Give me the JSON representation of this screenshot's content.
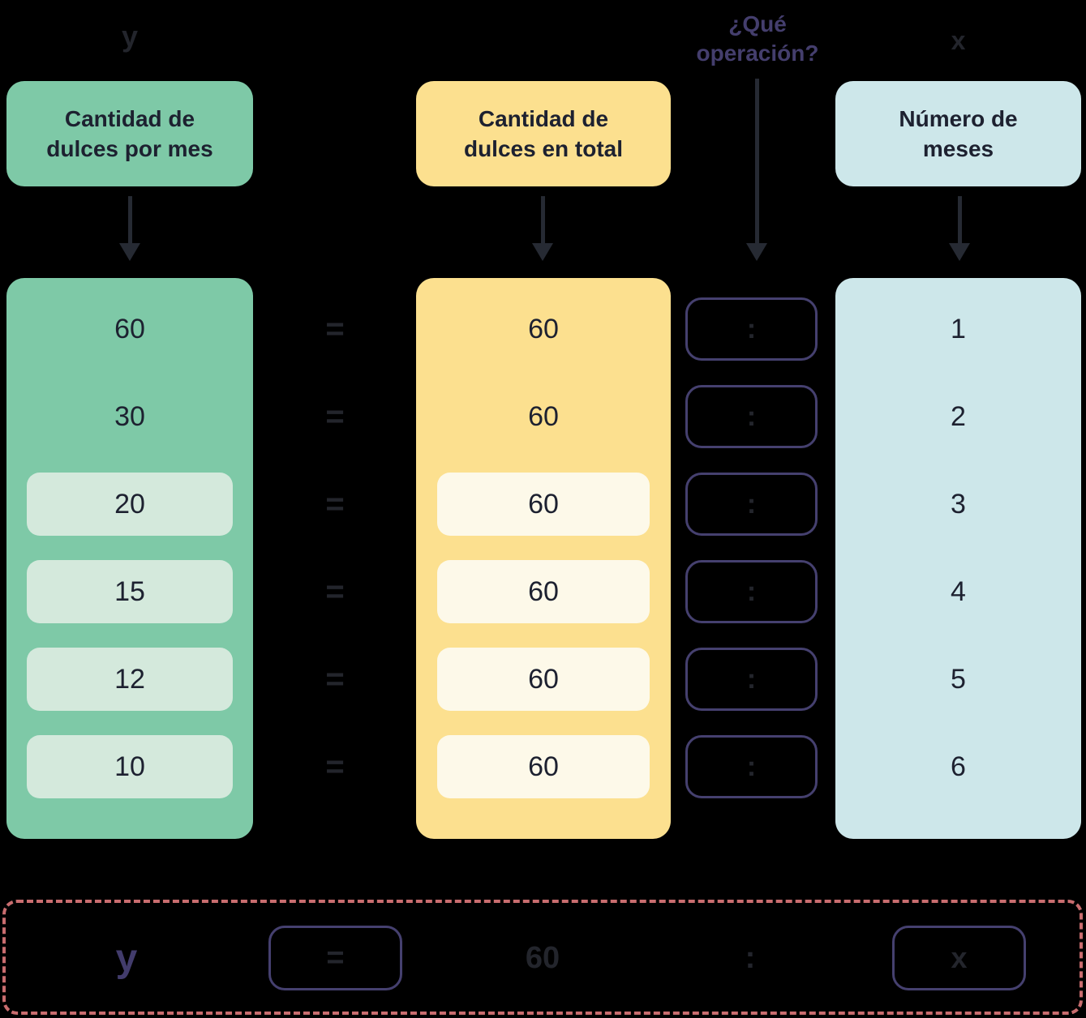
{
  "top_labels": {
    "y": "y",
    "operation_question": "¿Qué operación?",
    "x": "x"
  },
  "headers": {
    "y": {
      "label": "Cantidad de dulces por mes",
      "color": "#7ec9a7"
    },
    "total": {
      "label": "Cantidad de dulces en total",
      "color": "#fce08f"
    },
    "x": {
      "label": "Número de meses",
      "color": "#cde7ea"
    }
  },
  "table": {
    "rows": [
      {
        "y": "60",
        "eq": "=",
        "total": "60",
        "op": ":",
        "x": "1",
        "y_boxed": false,
        "total_boxed": false
      },
      {
        "y": "30",
        "eq": "=",
        "total": "60",
        "op": ":",
        "x": "2",
        "y_boxed": false,
        "total_boxed": false
      },
      {
        "y": "20",
        "eq": "=",
        "total": "60",
        "op": ":",
        "x": "3",
        "y_boxed": true,
        "total_boxed": true
      },
      {
        "y": "15",
        "eq": "=",
        "total": "60",
        "op": ":",
        "x": "4",
        "y_boxed": true,
        "total_boxed": true
      },
      {
        "y": "12",
        "eq": "=",
        "total": "60",
        "op": ":",
        "x": "5",
        "y_boxed": true,
        "total_boxed": true
      },
      {
        "y": "10",
        "eq": "=",
        "total": "60",
        "op": ":",
        "x": "6",
        "y_boxed": true,
        "total_boxed": true
      }
    ]
  },
  "formula": {
    "y": "y",
    "eq": "=",
    "total": "60",
    "op": ":",
    "x": "x"
  },
  "colors": {
    "background": "#000000",
    "green": "#7ec9a7",
    "green_light": "#d4e9dc",
    "yellow": "#fce08f",
    "cream_light": "#fdf9e9",
    "blue": "#cde7ea",
    "purple_text": "#443e6d",
    "purple_border": "#45406f",
    "ink_on_cards": "#1d2130",
    "ink_on_black": "#23252c",
    "dashed_border": "#c96d6f"
  }
}
